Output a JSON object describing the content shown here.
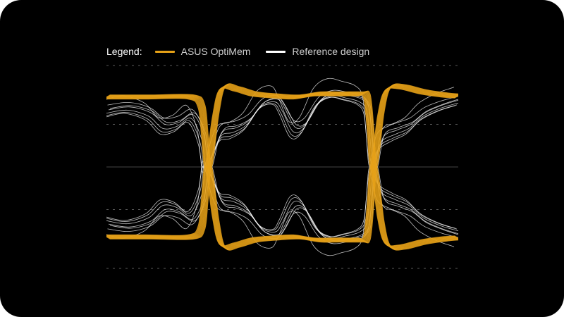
{
  "legend": {
    "title": "Legend:",
    "entries": [
      {
        "label": "ASUS OptiMem",
        "color": "#E6A117"
      },
      {
        "label": "Reference design",
        "color": "#FFFFFF"
      }
    ]
  },
  "chart_data": {
    "type": "line",
    "title": "",
    "xlabel": "",
    "ylabel": "",
    "grid": true,
    "legend_position": "top-left",
    "axes_visible": false,
    "xlim": [
      0,
      100
    ],
    "ylim": [
      -1,
      1
    ],
    "grid_values": [
      -1,
      -0.42,
      0,
      0.42,
      1
    ],
    "notes_symmetric_about_zero": true,
    "series": [
      {
        "name": "ASUS OptiMem",
        "color": "#E6A117",
        "x": [
          0,
          12,
          24,
          27,
          28,
          29,
          31,
          33,
          37,
          42,
          48,
          54,
          60,
          66,
          72,
          74,
          75,
          76,
          78,
          80,
          84,
          90,
          96,
          100
        ],
        "y": [
          0.69,
          0.69,
          0.69,
          0.6,
          0.3,
          0.0,
          0.5,
          0.78,
          0.77,
          0.72,
          0.7,
          0.69,
          0.72,
          0.72,
          0.72,
          0.7,
          0.4,
          0.0,
          0.52,
          0.77,
          0.79,
          0.74,
          0.71,
          0.7
        ]
      },
      {
        "name": "Reference design",
        "color": "#FFFFFF",
        "x": [
          0,
          6,
          12,
          16,
          20,
          24,
          27,
          28,
          29,
          31,
          33,
          36,
          40,
          44,
          48,
          50,
          53,
          56,
          60,
          64,
          68,
          72,
          74,
          75,
          76,
          78,
          82,
          86,
          90,
          95,
          100
        ],
        "y": [
          0.53,
          0.56,
          0.5,
          0.38,
          0.4,
          0.48,
          0.28,
          0.05,
          0.0,
          0.2,
          0.32,
          0.34,
          0.42,
          0.6,
          0.64,
          0.55,
          0.35,
          0.38,
          0.62,
          0.7,
          0.68,
          0.64,
          0.55,
          0.25,
          0.0,
          0.24,
          0.32,
          0.38,
          0.5,
          0.58,
          0.63
        ]
      }
    ]
  }
}
